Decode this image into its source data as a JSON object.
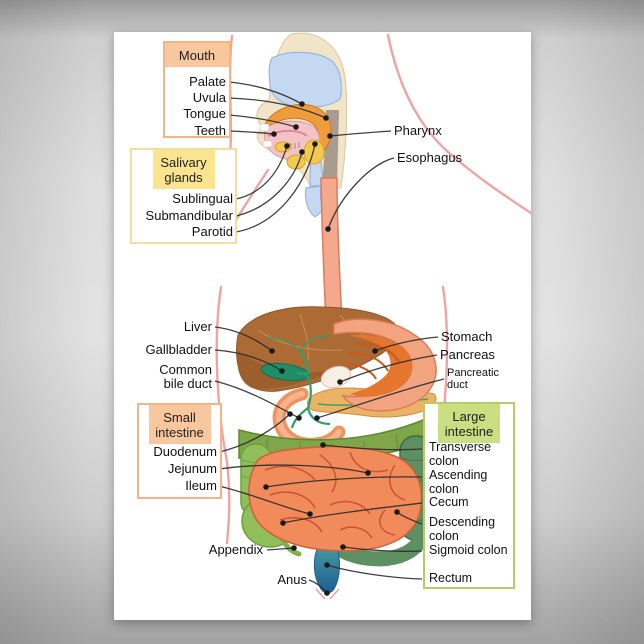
{
  "poster": {
    "description": "Diagram of the human digestive system on a poster",
    "background": "#ffffff"
  },
  "boxes": {
    "mouth": {
      "title": "Mouth",
      "items": [
        "Palate",
        "Uvula",
        "Tongue",
        "Teeth"
      ],
      "header_color": "#f8c79d",
      "border_color": "#f3b587"
    },
    "salivary": {
      "title": "Salivary glands",
      "items": [
        "Sublingual",
        "Submandibular",
        "Parotid"
      ],
      "header_color": "#fae48f",
      "border_color": "#efe0a0"
    },
    "small_intestine": {
      "title": "Small intestine",
      "items": [
        "Duodenum",
        "Jejunum",
        "Ileum"
      ],
      "header_color": "#f8c79d",
      "border_color": "#f3b587"
    },
    "large_intestine": {
      "title": "Large intestine",
      "items": [
        "Transverse colon",
        "Ascending colon",
        "Cecum",
        "Descending colon",
        "Sigmoid colon",
        "Rectum"
      ],
      "header_color": "#cbde81",
      "border_color": "#b9cb67"
    }
  },
  "labels": {
    "pharynx": "Pharynx",
    "esophagus": "Esophagus",
    "liver": "Liver",
    "gallbladder": "Gallbladder",
    "common_bile_duct": "Common bile duct",
    "stomach": "Stomach",
    "pancreas": "Pancreas",
    "pancreatic_duct": "Pancreatic duct",
    "appendix": "Appendix",
    "anus": "Anus"
  },
  "colors": {
    "body_outline": "#f0a3a3",
    "leader_line": "#2b2b2b",
    "head_skin": "#f2e4c8",
    "nasal_cavity": "#c5d8f2",
    "palate": "#ee9d3d",
    "mouth_interior": "#f4c3c8",
    "salivary_gland": "#f3c94f",
    "esophagus": "#f4a98d",
    "liver": "#ac6a34",
    "gallbladder": "#1f8e68",
    "bile_duct": "#2fa06a",
    "stomach": "#f2a380",
    "stomach_interior": "#e4762d",
    "pancreas": "#ecb266",
    "small_intestine": "#f28b5c",
    "ascending_colon": "#8fbe5a",
    "transverse_colon": "#7fa74a",
    "descending_colon": "#5e8f62",
    "rectum_top": "#4c9fa0",
    "rectum_bottom": "#1c5f95"
  }
}
